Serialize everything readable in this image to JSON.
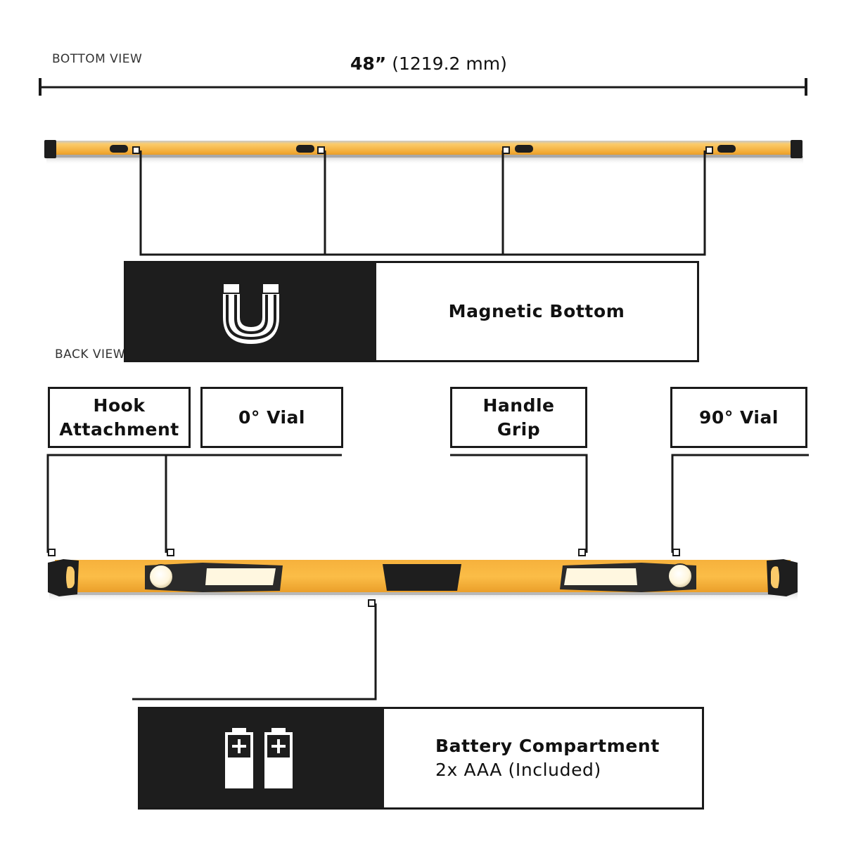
{
  "labels": {
    "bottom_view": "BOTTOM VIEW",
    "back_view": "BACK VIEW"
  },
  "dimension": {
    "imperial": "48”",
    "metric": "(1219.2 mm)"
  },
  "callouts": {
    "magnetic_bottom": "Magnetic Bottom",
    "hook_attachment_line1": "Hook",
    "hook_attachment_line2": "Attachment",
    "zero_vial": "0° Vial",
    "handle_grip_line1": "Handle",
    "handle_grip_line2": "Grip",
    "ninety_vial": "90° Vial",
    "battery_title": "Battery Compartment",
    "battery_detail": "2x AAA (Included)"
  },
  "icons": {
    "magnet": "magnet-icon",
    "battery": "battery-icon"
  },
  "colors": {
    "level_body": "#f2a933",
    "level_highlight": "#fbcb6a",
    "end_cap": "#1e1e1e",
    "line": "#1a1a1a",
    "panel_dark": "#1d1d1d"
  }
}
